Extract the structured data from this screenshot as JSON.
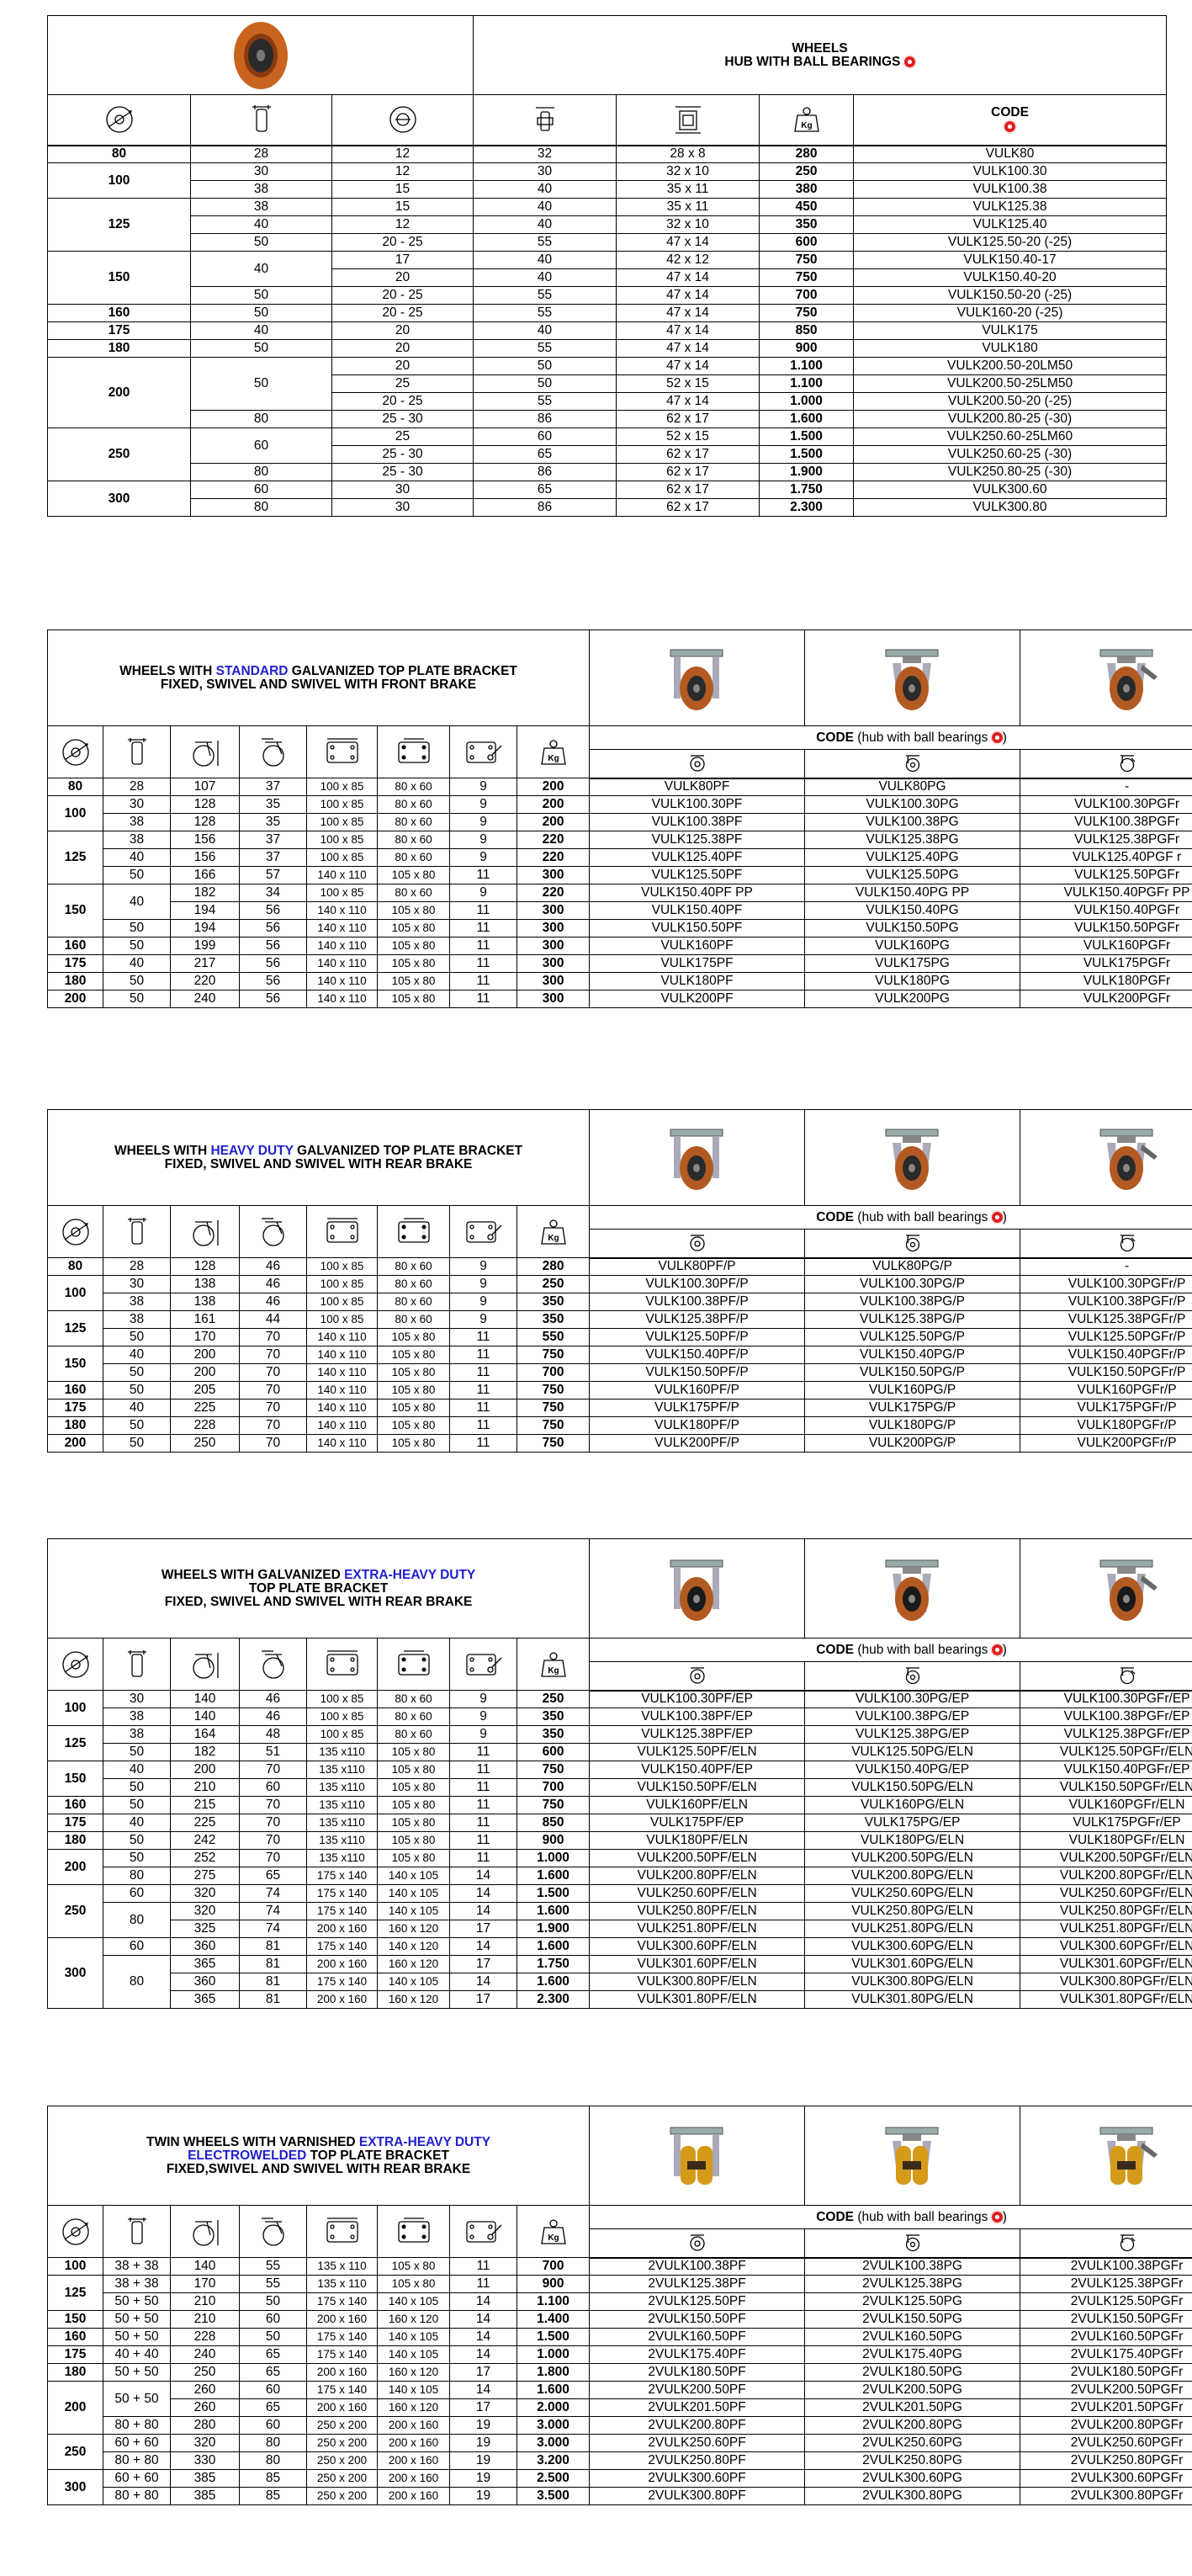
{
  "colors": {
    "hub_mark": "#e02020",
    "highlight_text": "#1f1fd0",
    "wheel_orange": "#c8641e",
    "wheel_dark": "#222222"
  },
  "icons": {
    "diameter": "wheel-diameter-icon",
    "width": "wheel-width-icon",
    "hub": "hub-diameter-icon",
    "hub_length": "hub-length-icon",
    "bearing": "bearing-size-icon",
    "load": "load-capacity-kg-icon",
    "height": "overall-height-icon",
    "offset": "swivel-offset-icon",
    "plate": "top-plate-size-icon",
    "holes": "bolt-hole-spacing-icon",
    "hole_dia": "bolt-hole-diameter-icon",
    "fixed": "fixed-castor-icon",
    "swivel": "swivel-castor-icon",
    "brake": "swivel-brake-castor-icon"
  },
  "sections": [
    {
      "title_lines": [
        [
          "WHEELS"
        ],
        [
          "HUB WITH BALL BEARINGS"
        ]
      ],
      "rows": [
        [
          "80",
          "28",
          "12",
          "32",
          "28 x 8",
          "280",
          "VULK80"
        ],
        [
          "100",
          "30",
          "12",
          "30",
          "32 x 10",
          "250",
          "VULK100.30"
        ],
        [
          "",
          "38",
          "15",
          "40",
          "35 x 11",
          "380",
          "VULK100.38"
        ],
        [
          "125",
          "38",
          "15",
          "40",
          "35 x 11",
          "450",
          "VULK125.38"
        ],
        [
          "",
          "40",
          "12",
          "40",
          "32 x 10",
          "350",
          "VULK125.40"
        ],
        [
          "",
          "50",
          "20 - 25",
          "55",
          "47 x 14",
          "600",
          "VULK125.50-20 (-25)"
        ],
        [
          "150",
          "40",
          "17",
          "40",
          "42 x 12",
          "750",
          "VULK150.40-17"
        ],
        [
          "",
          "",
          "20",
          "40",
          "47 x 14",
          "750",
          "VULK150.40-20"
        ],
        [
          "",
          "50",
          "20 - 25",
          "55",
          "47 x 14",
          "700",
          "VULK150.50-20 (-25)"
        ],
        [
          "160",
          "50",
          "20 - 25",
          "55",
          "47 x 14",
          "750",
          "VULK160-20 (-25)"
        ],
        [
          "175",
          "40",
          "20",
          "40",
          "47 x 14",
          "850",
          "VULK175"
        ],
        [
          "180",
          "50",
          "20",
          "55",
          "47 x 14",
          "900",
          "VULK180"
        ],
        [
          "200",
          "50",
          "20",
          "50",
          "47 x 14",
          "1.100",
          "VULK200.50-20LM50"
        ],
        [
          "",
          "",
          "25",
          "50",
          "52 x 15",
          "1.100",
          "VULK200.50-25LM50"
        ],
        [
          "",
          "",
          "20 - 25",
          "55",
          "47 x 14",
          "1.000",
          "VULK200.50-20 (-25)"
        ],
        [
          "",
          "80",
          "25 - 30",
          "86",
          "62 x 17",
          "1.600",
          "VULK200.80-25 (-30)"
        ],
        [
          "250",
          "60",
          "25",
          "60",
          "52 x 15",
          "1.500",
          "VULK250.60-25LM60"
        ],
        [
          "",
          "",
          "25 - 30",
          "65",
          "62 x 17",
          "1.500",
          "VULK250.60-25 (-30)"
        ],
        [
          "",
          "80",
          "25 - 30",
          "86",
          "62 x 17",
          "1.900",
          "VULK250.80-25 (-30)"
        ],
        [
          "300",
          "60",
          "30",
          "65",
          "62 x 17",
          "1.750",
          "VULK300.60"
        ],
        [
          "",
          "80",
          "30",
          "86",
          "62 x 17",
          "2.300",
          "VULK300.80"
        ]
      ]
    },
    {
      "title_lines": [
        [
          "WHEELS WITH ",
          "STANDARD",
          "  GALVANIZED TOP PLATE BRACKET"
        ],
        [
          "FIXED, SWIVEL AND SWIVEL WITH FRONT BRAKE"
        ]
      ],
      "code_header": "CODE",
      "code_note": "(hub with ball bearings",
      "rows": [
        [
          "80",
          "28",
          "107",
          "37",
          "100 x 85",
          "80 x 60",
          "9",
          "200",
          "VULK80PF",
          "VULK80PG",
          "-"
        ],
        [
          "100",
          "30",
          "128",
          "35",
          "100 x 85",
          "80 x 60",
          "9",
          "200",
          "VULK100.30PF",
          "VULK100.30PG",
          "VULK100.30PGFr"
        ],
        [
          "",
          "38",
          "128",
          "35",
          "100 x 85",
          "80 x 60",
          "9",
          "200",
          "VULK100.38PF",
          "VULK100.38PG",
          "VULK100.38PGFr"
        ],
        [
          "125",
          "38",
          "156",
          "37",
          "100 x 85",
          "80 x 60",
          "9",
          "220",
          "VULK125.38PF",
          "VULK125.38PG",
          "VULK125.38PGFr"
        ],
        [
          "",
          "40",
          "156",
          "37",
          "100 x 85",
          "80 x 60",
          "9",
          "220",
          "VULK125.40PF",
          "VULK125.40PG",
          "VULK125.40PGF r"
        ],
        [
          "",
          "50",
          "166",
          "57",
          "140 x 110",
          "105 x 80",
          "11",
          "300",
          "VULK125.50PF",
          "VULK125.50PG",
          "VULK125.50PGFr"
        ],
        [
          "150",
          "40",
          "182",
          "34",
          "100 x 85",
          "80 x 60",
          "9",
          "220",
          "VULK150.40PF PP",
          "VULK150.40PG PP",
          "VULK150.40PGFr PP"
        ],
        [
          "",
          "",
          "194",
          "56",
          "140 x 110",
          "105 x 80",
          "11",
          "300",
          "VULK150.40PF",
          "VULK150.40PG",
          "VULK150.40PGFr"
        ],
        [
          "",
          "50",
          "194",
          "56",
          "140 x 110",
          "105 x 80",
          "11",
          "300",
          "VULK150.50PF",
          "VULK150.50PG",
          "VULK150.50PGFr"
        ],
        [
          "160",
          "50",
          "199",
          "56",
          "140 x 110",
          "105 x 80",
          "11",
          "300",
          "VULK160PF",
          "VULK160PG",
          "VULK160PGFr"
        ],
        [
          "175",
          "40",
          "217",
          "56",
          "140 x 110",
          "105 x 80",
          "11",
          "300",
          "VULK175PF",
          "VULK175PG",
          "VULK175PGFr"
        ],
        [
          "180",
          "50",
          "220",
          "56",
          "140 x 110",
          "105 x 80",
          "11",
          "300",
          "VULK180PF",
          "VULK180PG",
          "VULK180PGFr"
        ],
        [
          "200",
          "50",
          "240",
          "56",
          "140 x 110",
          "105 x 80",
          "11",
          "300",
          "VULK200PF",
          "VULK200PG",
          "VULK200PGFr"
        ]
      ]
    },
    {
      "title_lines": [
        [
          "WHEELS WITH ",
          "HEAVY DUTY",
          " GALVANIZED TOP PLATE BRACKET"
        ],
        [
          "FIXED, SWIVEL AND SWIVEL WITH REAR BRAKE"
        ]
      ],
      "code_header": "CODE",
      "code_note": "(hub with ball bearings",
      "rows": [
        [
          "80",
          "28",
          "128",
          "46",
          "100 x 85",
          "80 x 60",
          "9",
          "280",
          "VULK80PF/P",
          "VULK80PG/P",
          "-"
        ],
        [
          "100",
          "30",
          "138",
          "46",
          "100 x 85",
          "80 x 60",
          "9",
          "250",
          "VULK100.30PF/P",
          "VULK100.30PG/P",
          "VULK100.30PGFr/P"
        ],
        [
          "",
          "38",
          "138",
          "46",
          "100 x 85",
          "80 x 60",
          "9",
          "350",
          "VULK100.38PF/P",
          "VULK100.38PG/P",
          "VULK100.38PGFr/P"
        ],
        [
          "125",
          "38",
          "161",
          "44",
          "100 x 85",
          "80 x 60",
          "9",
          "350",
          "VULK125.38PF/P",
          "VULK125.38PG/P",
          "VULK125.38PGFr/P"
        ],
        [
          "",
          "50",
          "170",
          "70",
          "140 x 110",
          "105 x 80",
          "11",
          "550",
          "VULK125.50PF/P",
          "VULK125.50PG/P",
          "VULK125.50PGFr/P"
        ],
        [
          "150",
          "40",
          "200",
          "70",
          "140 x 110",
          "105 x 80",
          "11",
          "750",
          "VULK150.40PF/P",
          "VULK150.40PG/P",
          "VULK150.40PGFr/P"
        ],
        [
          "",
          "50",
          "200",
          "70",
          "140 x 110",
          "105 x 80",
          "11",
          "700",
          "VULK150.50PF/P",
          "VULK150.50PG/P",
          "VULK150.50PGFr/P"
        ],
        [
          "160",
          "50",
          "205",
          "70",
          "140 x 110",
          "105 x 80",
          "11",
          "750",
          "VULK160PF/P",
          "VULK160PG/P",
          "VULK160PGFr/P"
        ],
        [
          "175",
          "40",
          "225",
          "70",
          "140 x 110",
          "105 x 80",
          "11",
          "750",
          "VULK175PF/P",
          "VULK175PG/P",
          "VULK175PGFr/P"
        ],
        [
          "180",
          "50",
          "228",
          "70",
          "140 x 110",
          "105 x 80",
          "11",
          "750",
          "VULK180PF/P",
          "VULK180PG/P",
          "VULK180PGFr/P"
        ],
        [
          "200",
          "50",
          "250",
          "70",
          "140 x 110",
          "105 x 80",
          "11",
          "750",
          "VULK200PF/P",
          "VULK200PG/P",
          "VULK200PGFr/P"
        ]
      ]
    },
    {
      "title_lines": [
        [
          "WHEELS WITH GALVANIZED ",
          "EXTRA-HEAVY DUTY"
        ],
        [
          "TOP PLATE BRACKET"
        ],
        [
          "FIXED, SWIVEL AND SWIVEL WITH REAR BRAKE"
        ]
      ],
      "code_header": "CODE",
      "code_note": "(hub with ball bearings",
      "rows": [
        [
          "100",
          "30",
          "140",
          "46",
          "100 x 85",
          "80 x 60",
          "9",
          "250",
          "VULK100.30PF/EP",
          "VULK100.30PG/EP",
          "VULK100.30PGFr/EP"
        ],
        [
          "",
          "38",
          "140",
          "46",
          "100 x 85",
          "80 x 60",
          "9",
          "350",
          "VULK100.38PF/EP",
          "VULK100.38PG/EP",
          "VULK100.38PGFr/EP"
        ],
        [
          "125",
          "38",
          "164",
          "48",
          "100 x 85",
          "80 x 60",
          "9",
          "350",
          "VULK125.38PF/EP",
          "VULK125.38PG/EP",
          "VULK125.38PGFr/EP"
        ],
        [
          "",
          "50",
          "182",
          "51",
          "135 x110",
          "105 x 80",
          "11",
          "600",
          "VULK125.50PF/ELN",
          "VULK125.50PG/ELN",
          "VULK125.50PGFr/ELN"
        ],
        [
          "150",
          "40",
          "200",
          "70",
          "135 x110",
          "105 x 80",
          "11",
          "750",
          "VULK150.40PF/EP",
          "VULK150.40PG/EP",
          "VULK150.40PGFr/EP"
        ],
        [
          "",
          "50",
          "210",
          "60",
          "135 x110",
          "105 x 80",
          "11",
          "700",
          "VULK150.50PF/ELN",
          "VULK150.50PG/ELN",
          "VULK150.50PGFr/ELN"
        ],
        [
          "160",
          "50",
          "215",
          "70",
          "135 x110",
          "105 x 80",
          "11",
          "750",
          "VULK160PF/ELN",
          "VULK160PG/ELN",
          "VULK160PGFr/ELN"
        ],
        [
          "175",
          "40",
          "225",
          "70",
          "135 x110",
          "105 x 80",
          "11",
          "850",
          "VULK175PF/EP",
          "VULK175PG/EP",
          "VULK175PGFr/EP"
        ],
        [
          "180",
          "50",
          "242",
          "70",
          "135 x110",
          "105 x 80",
          "11",
          "900",
          "VULK180PF/ELN",
          "VULK180PG/ELN",
          "VULK180PGFr/ELN"
        ],
        [
          "200",
          "50",
          "252",
          "70",
          "135 x110",
          "105 x 80",
          "11",
          "1.000",
          "VULK200.50PF/ELN",
          "VULK200.50PG/ELN",
          "VULK200.50PGFr/ELN"
        ],
        [
          "",
          "80",
          "275",
          "65",
          "175 x 140",
          "140 x 105",
          "14",
          "1.600",
          "VULK200.80PF/ELN",
          "VULK200.80PG/ELN",
          "VULK200.80PGFr/ELN"
        ],
        [
          "250",
          "60",
          "320",
          "74",
          "175 x 140",
          "140 x 105",
          "14",
          "1.500",
          "VULK250.60PF/ELN",
          "VULK250.60PG/ELN",
          "VULK250.60PGFr/ELN"
        ],
        [
          "",
          "80",
          "320",
          "74",
          "175 x 140",
          "140 x 105",
          "14",
          "1.600",
          "VULK250.80PF/ELN",
          "VULK250.80PG/ELN",
          "VULK250.80PGFr/ELN"
        ],
        [
          "",
          "",
          "325",
          "74",
          "200 x 160",
          "160 x 120",
          "17",
          "1.900",
          "VULK251.80PF/ELN",
          "VULK251.80PG/ELN",
          "VULK251.80PGFr/ELN"
        ],
        [
          "300",
          "60",
          "360",
          "81",
          "175 x 140",
          "140 x 120",
          "14",
          "1.600",
          "VULK300.60PF/ELN",
          "VULK300.60PG/ELN",
          "VULK300.60PGFr/ELN"
        ],
        [
          "",
          "80",
          "365",
          "81",
          "200 x 160",
          "160 x 120",
          "17",
          "1.750",
          "VULK301.60PF/ELN",
          "VULK301.60PG/ELN",
          "VULK301.60PGFr/ELN"
        ],
        [
          "",
          "",
          "360",
          "81",
          "175 x 140",
          "140 x 105",
          "14",
          "1.600",
          "VULK300.80PF/ELN",
          "VULK300.80PG/ELN",
          "VULK300.80PGFr/ELN"
        ],
        [
          "",
          "",
          "365",
          "81",
          "200 x 160",
          "160 x 120",
          "17",
          "2.300",
          "VULK301.80PF/ELN",
          "VULK301.80PG/ELN",
          "VULK301.80PGFr/ELN"
        ]
      ]
    },
    {
      "title_lines": [
        [
          "TWIN WHEELS WITH VARNISHED ",
          "EXTRA-HEAVY DUTY"
        ],
        [
          "",
          "ELECTROWELDED",
          " TOP PLATE BRACKET"
        ],
        [
          "FIXED,SWIVEL AND SWIVEL WITH REAR BRAKE"
        ]
      ],
      "code_header": "CODE",
      "code_note": "(hub with ball bearings",
      "rows": [
        [
          "100",
          "38 + 38",
          "140",
          "55",
          "135 x 110",
          "105 x 80",
          "11",
          "700",
          "2VULK100.38PF",
          "2VULK100.38PG",
          "2VULK100.38PGFr"
        ],
        [
          "125",
          "38 + 38",
          "170",
          "55",
          "135 x 110",
          "105 x 80",
          "11",
          "900",
          "2VULK125.38PF",
          "2VULK125.38PG",
          "2VULK125.38PGFr"
        ],
        [
          "",
          "50 + 50",
          "210",
          "50",
          "175 x 140",
          "140 x 105",
          "14",
          "1.100",
          "2VULK125.50PF",
          "2VULK125.50PG",
          "2VULK125.50PGFr"
        ],
        [
          "150",
          "50 + 50",
          "210",
          "60",
          "200 x 160",
          "160 x 120",
          "14",
          "1.400",
          "2VULK150.50PF",
          "2VULK150.50PG",
          "2VULK150.50PGFr"
        ],
        [
          "160",
          "50 + 50",
          "228",
          "50",
          "175 x 140",
          "140 x 105",
          "14",
          "1.500",
          "2VULK160.50PF",
          "2VULK160.50PG",
          "2VULK160.50PGFr"
        ],
        [
          "175",
          "40 + 40",
          "240",
          "65",
          "175 x 140",
          "140 x 105",
          "14",
          "1.000",
          "2VULK175.40PF",
          "2VULK175.40PG",
          "2VULK175.40PGFr"
        ],
        [
          "180",
          "50 + 50",
          "250",
          "65",
          "200 x 160",
          "160 x 120",
          "17",
          "1.800",
          "2VULK180.50PF",
          "2VULK180.50PG",
          "2VULK180.50PGFr"
        ],
        [
          "200",
          "50 + 50",
          "260",
          "60",
          "175 x 140",
          "140 x 105",
          "14",
          "1.600",
          "2VULK200.50PF",
          "2VULK200.50PG",
          "2VULK200.50PGFr"
        ],
        [
          "",
          "",
          "260",
          "65",
          "200 x 160",
          "160 x 120",
          "17",
          "2.000",
          "2VULK201.50PF",
          "2VULK201.50PG",
          "2VULK201.50PGFr"
        ],
        [
          "",
          "80 + 80",
          "280",
          "60",
          "250 x 200",
          "200 x 160",
          "19",
          "3.000",
          "2VULK200.80PF",
          "2VULK200.80PG",
          "2VULK200.80PGFr"
        ],
        [
          "250",
          "60 + 60",
          "320",
          "80",
          "250 x 200",
          "200 x 160",
          "19",
          "3.000",
          "2VULK250.60PF",
          "2VULK250.60PG",
          "2VULK250.60PGFr"
        ],
        [
          "",
          "80 + 80",
          "330",
          "80",
          "250 x 200",
          "200 x 160",
          "19",
          "3.200",
          "2VULK250.80PF",
          "2VULK250.80PG",
          "2VULK250.80PGFr"
        ],
        [
          "300",
          "60 + 60",
          "385",
          "85",
          "250 x 200",
          "200 x 160",
          "19",
          "2.500",
          "2VULK300.60PF",
          "2VULK300.60PG",
          "2VULK300.60PGFr"
        ],
        [
          "",
          "80 + 80",
          "385",
          "85",
          "250 x 200",
          "200 x 160",
          "19",
          "3.500",
          "2VULK300.80PF",
          "2VULK300.80PG",
          "2VULK300.80PGFr"
        ]
      ]
    }
  ]
}
